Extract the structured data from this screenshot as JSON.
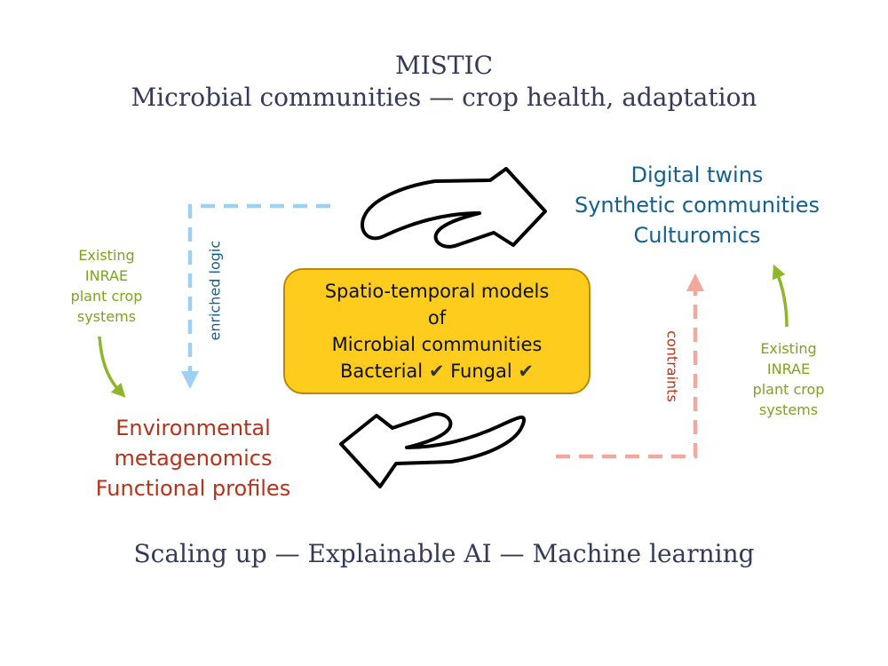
{
  "header": {
    "title": "MISTIC",
    "subtitle": "Microbial communities — crop health, adaptation"
  },
  "top_right": {
    "lines": [
      "Digital twins",
      "Synthetic communities",
      "Culturomics"
    ]
  },
  "bottom_left": {
    "lines": [
      "Environmental",
      "metagenomics",
      "Functional profiles"
    ]
  },
  "center": {
    "line1": "Spatio-temporal models",
    "line2": "of",
    "line3": "Microbial communities",
    "bacterial": "Bacterial",
    "fungal": "Fungal",
    "check": "✔"
  },
  "left_note": {
    "lines": [
      "Existing",
      "INRAE",
      "plant crop",
      "systems"
    ]
  },
  "right_note": {
    "lines": [
      "Existing",
      "INRAE",
      "plant crop",
      "systems"
    ]
  },
  "labels": {
    "enriched": "enriched logic",
    "constraints": "contraints"
  },
  "footer": {
    "text": "Scaling up — Explainable AI — Machine learning"
  },
  "colors": {
    "title": "#343b58",
    "blue_text": "#15608e",
    "red_text": "#b8321a",
    "green": "#7da31f",
    "box_fill": "#fecc1c",
    "light_blue_arrow": "#9dd0f2",
    "pink_arrow": "#f2a89c"
  }
}
